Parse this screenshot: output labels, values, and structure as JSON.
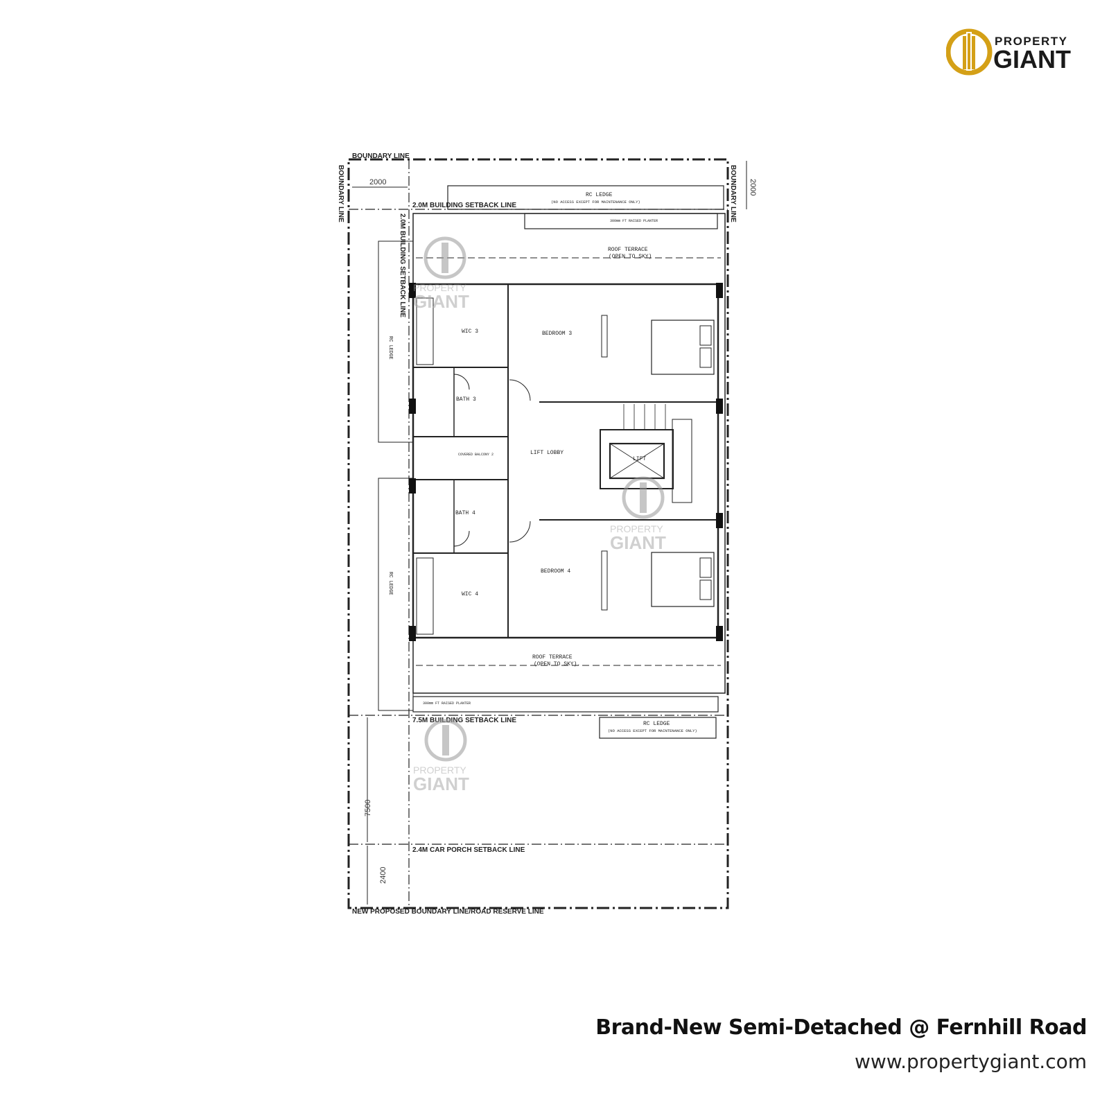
{
  "brand": {
    "line1": "PROPERTY",
    "line2": "GIANT",
    "gold": "#D4A017",
    "dark": "#1a1a1a"
  },
  "caption": {
    "title": "Brand-New Semi-Detached @ Fernhill Road",
    "url": "www.propertygiant.com"
  },
  "plan": {
    "boundary_line": "BOUNDARY LINE",
    "setback_top": "2.0M BUILDING SETBACK LINE",
    "setback_side": "2.0M BUILDING SETBACK LINE",
    "setback_front": "7.5M BUILDING SETBACK LINE",
    "car_porch_setback": "2.4M CAR PORCH SETBACK LINE",
    "road_reserve": "NEW PROPOSED BOUNDARY LINE/ROAD RESERVE LINE",
    "dim_2000_left": "2000",
    "dim_2000_right": "2000",
    "dim_7500": "7500",
    "dim_2400": "2400",
    "rc_ledge_top": "RC LEDGE",
    "rc_ledge_top_note": "(NO ACCESS EXCEPT FOR MAINTENANCE ONLY)",
    "rc_ledge_bottom": "RC LEDGE",
    "rc_ledge_bottom_note": "(NO ACCESS EXCEPT FOR MAINTENANCE ONLY)",
    "rc_ledge_side": "RC LEDGE",
    "planter_top": "300mm FT RAISED PLANTER",
    "planter_bottom": "300mm FT RAISED PLANTER",
    "roof_terrace_top": "ROOF TERRACE",
    "roof_terrace_top_note": "(OPEN TO SKY)",
    "roof_terrace_bottom": "ROOF TERRACE",
    "roof_terrace_bottom_note": "(OPEN TO SKY).",
    "rooms": {
      "wic3": "WIC 3",
      "bedroom3": "BEDROOM 3",
      "bath3": "BATH 3",
      "lift_lobby": "LIFT LOBBY",
      "lift": "LIFT",
      "covered_balcony": "COVERED BALCONY 2",
      "bath4": "BATH 4",
      "bedroom4": "BEDROOM 4",
      "wic4": "WIC 4"
    },
    "watermark": {
      "line1": "PROPERTY",
      "line2": "GIANT"
    }
  }
}
